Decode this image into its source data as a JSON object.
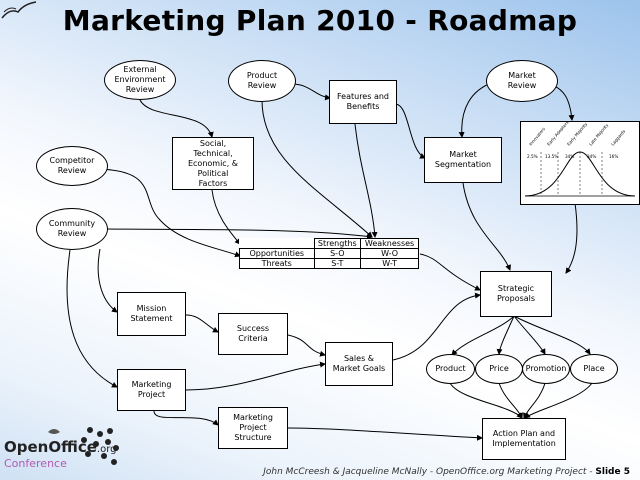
{
  "slide": {
    "title": "Marketing Plan 2010 - Roadmap",
    "footer_text": "John McCreesh & Jacqueline McNally - OpenOffice.org Marketing Project - ",
    "footer_slide": "Slide 5"
  },
  "nodes": {
    "external_env": "External\nEnvironment\nReview",
    "product_review": "Product\nReview",
    "market_review": "Market\nReview",
    "features_benefits": "Features and\nBenefits",
    "social_factors": "Social,\nTechnical,\nEconomic, &\nPolitical\nFactors",
    "competitor_review": "Competitor\nReview",
    "market_segmentation": "Market\nSegmentation",
    "community_review": "Community\nReview",
    "strategic_proposals": "Strategic\nProposals",
    "mission_statement": "Mission\nStatement",
    "success_criteria": "Success\nCriteria",
    "sales_goals": "Sales &\nMarket Goals",
    "marketing_project": "Marketing\nProject",
    "project_structure": "Marketing\nProject\nStructure",
    "action_plan": "Action Plan and\nImplementation",
    "product": "Product",
    "price": "Price",
    "promotion": "Promotion",
    "place": "Place"
  },
  "swot": {
    "header_strengths": "Strengths",
    "header_weaknesses": "Weaknesses",
    "row1_label": "Opportunities",
    "row1_s": "S-O",
    "row1_w": "W-O",
    "row2_label": "Threats",
    "row2_s": "S-T",
    "row2_w": "W-T"
  },
  "adoption_curve": {
    "segments": [
      "Innovators",
      "Early Adopters",
      "Early Majority",
      "Late Majority",
      "Laggards"
    ],
    "percents": [
      "2.5%",
      "13.5%",
      "34%",
      "34%",
      "16%"
    ]
  },
  "logo": {
    "brand": "OpenOffice",
    "brand_suffix": ".org",
    "sub": "Conference"
  }
}
